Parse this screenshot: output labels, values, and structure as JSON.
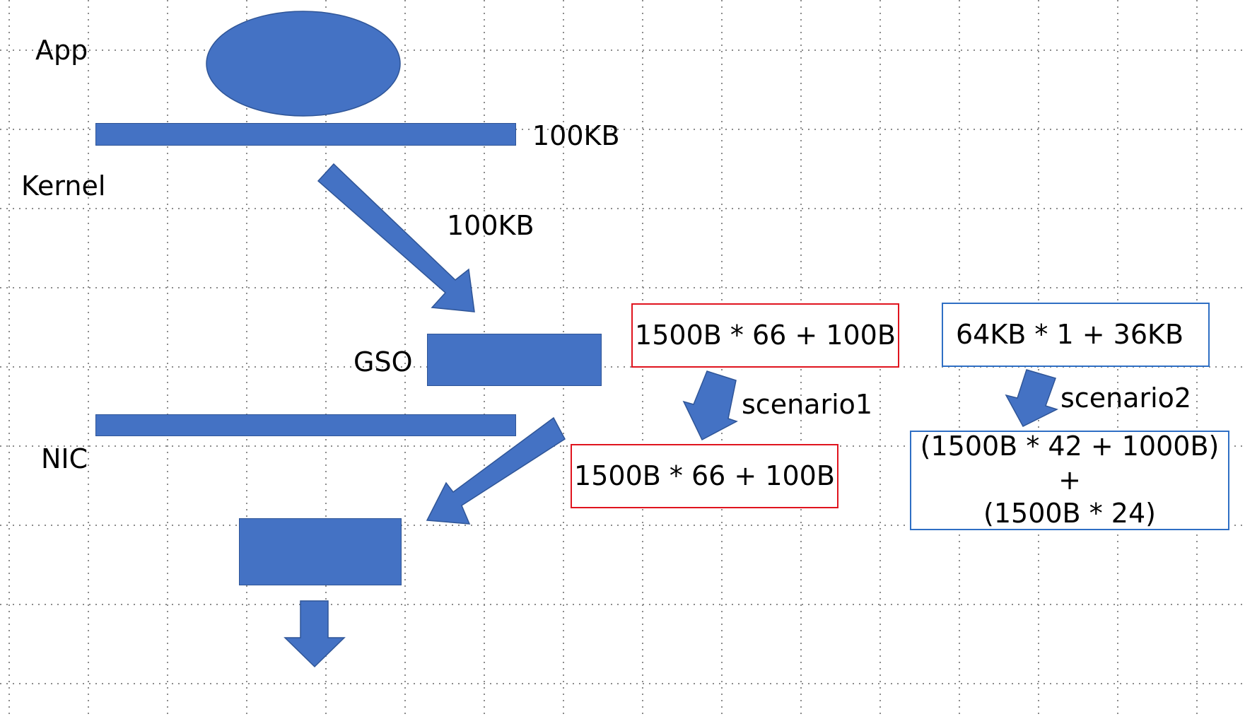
{
  "layers": {
    "app": "App",
    "kernel": "Kernel",
    "gso": "GSO",
    "nic": "NIC"
  },
  "sizes": {
    "app_buffer": "100KB",
    "kernel_transfer": "100KB"
  },
  "scenario1": {
    "label": "scenario1",
    "input": "1500B * 66 + 100B",
    "output": "1500B * 66 + 100B"
  },
  "scenario2": {
    "label": "scenario2",
    "input": "64KB * 1 + 36KB",
    "output_line1": "(1500B * 42 + 1000B) +",
    "output_line2": "(1500B * 24)"
  },
  "colors": {
    "shape_fill": "#4472c4",
    "scenario1_border": "#e0141e",
    "scenario2_border": "#2f6fc4"
  }
}
